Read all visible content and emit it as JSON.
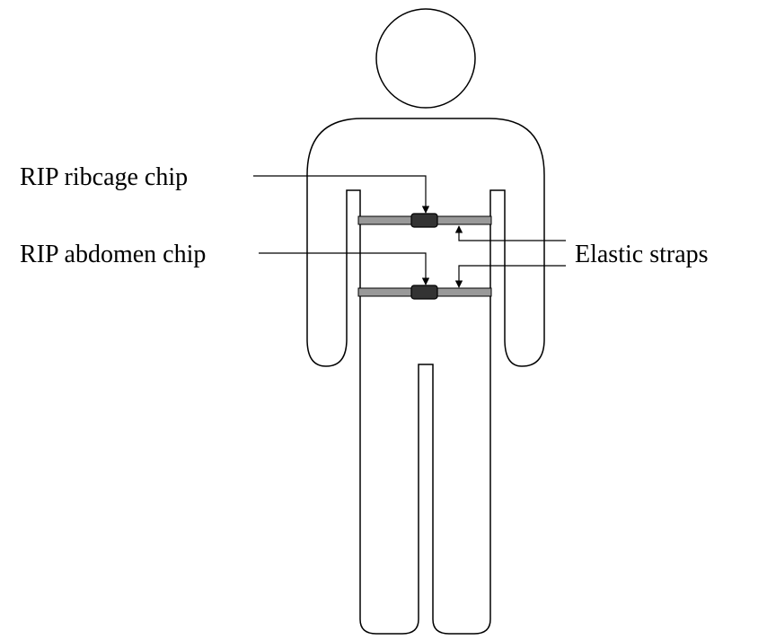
{
  "labels": {
    "ribcage_chip": "RIP ribcage chip",
    "abdomen_chip": "RIP abdomen chip",
    "elastic_straps": "Elastic straps"
  },
  "colors": {
    "outline": "#000000",
    "strap": "#999999",
    "chip": "#333333",
    "background": "#ffffff"
  }
}
